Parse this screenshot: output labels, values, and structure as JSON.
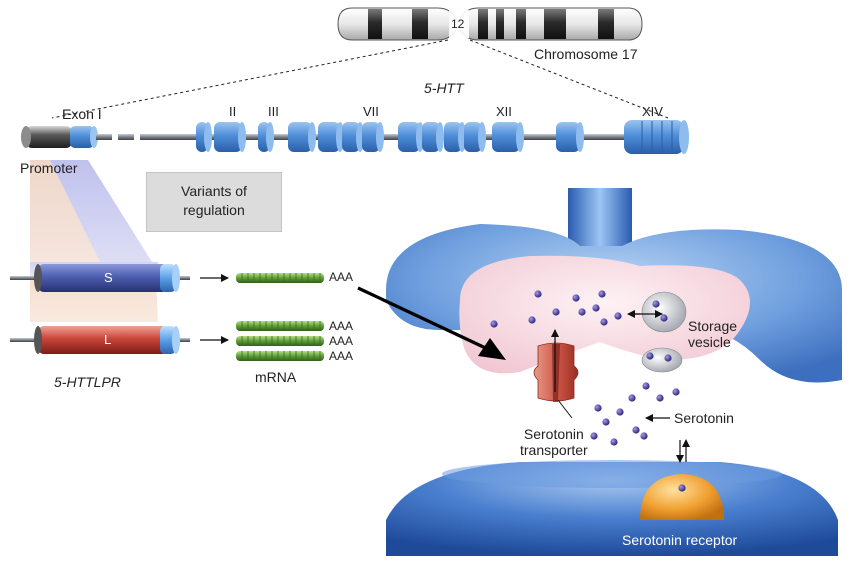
{
  "chromosome": {
    "band_label": "12",
    "name": "Chromosome 17"
  },
  "gene": {
    "name": "5-HTT",
    "exon_labels": {
      "first": "Exon I",
      "e2": "II",
      "e3": "III",
      "e7": "VII",
      "e12": "XII",
      "e14": "XIV"
    },
    "promoter_label": "Promoter"
  },
  "regulation_box": {
    "line1": "Variants of",
    "line2": "regulation"
  },
  "alleles": {
    "short_label": "S",
    "long_label": "L",
    "polymorphism_label": "5-HTTLPR"
  },
  "mrna": {
    "label": "mRNA",
    "poly_a": [
      "AAA",
      "AAA",
      "AAA",
      "AAA"
    ]
  },
  "synapse": {
    "storage_vesicle": "Storage\nvesicle",
    "serotonin": "Serotonin",
    "transporter": "Serotonin\ntransporter",
    "receptor": "Serotonin receptor"
  },
  "colors": {
    "exon_blue": "#4f8fd8",
    "short_allele": "#4e5fb0",
    "long_allele": "#c9453a",
    "mrna_green": "#5f9e3a",
    "neuron_blue": "#4a7fcf",
    "cytoplasm_pink": "#f6d9e0",
    "transporter_red": "#cf5a4a",
    "receptor_orange": "#f0a030",
    "serotonin_purple": "#4a3fa0"
  }
}
